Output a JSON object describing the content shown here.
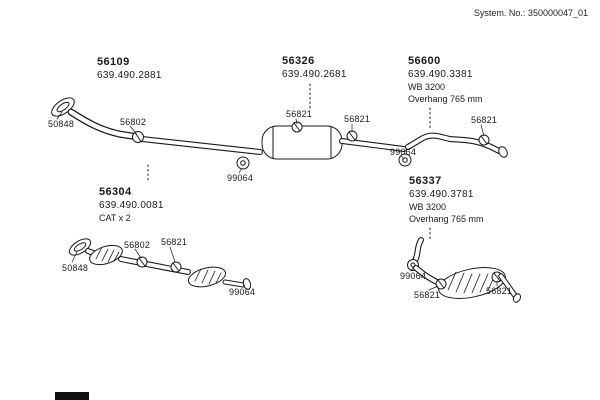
{
  "header": {
    "system_no": "System. No.: 350000047_01"
  },
  "assemblies": [
    {
      "id": "56109",
      "part": "639.490.2881"
    },
    {
      "id": "56326",
      "part": "639.490.2681"
    },
    {
      "id": "56600",
      "part": "639.490.3381",
      "note1": "WB 3200",
      "note2": "Overhang 765 mm"
    },
    {
      "id": "56304",
      "part": "639.490.0081",
      "note1": "CAT x 2"
    },
    {
      "id": "56337",
      "part": "639.490.3781",
      "note1": "WB 3200",
      "note2": "Overhang 765 mm"
    }
  ],
  "callouts": [
    {
      "label": "50848"
    },
    {
      "label": "56802"
    },
    {
      "label": "56821"
    },
    {
      "label": "56821"
    },
    {
      "label": "99064"
    },
    {
      "label": "99064"
    },
    {
      "label": "56821"
    },
    {
      "label": "50848"
    },
    {
      "label": "56802"
    },
    {
      "label": "56821"
    },
    {
      "label": "99064"
    },
    {
      "label": "99064"
    },
    {
      "label": "56821"
    },
    {
      "label": "56821"
    }
  ]
}
